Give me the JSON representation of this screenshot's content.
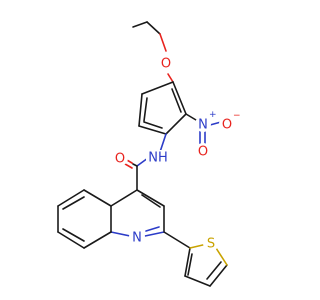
{
  "molecule": {
    "atoms": {
      "ether_oxygen": "O",
      "nitro_nitrogen": "N",
      "nitro_plus": "+",
      "nitro_oxygen_double": "O",
      "nitro_oxygen_single": "O",
      "nitro_minus": "−",
      "carbonyl_oxygen": "O",
      "amide_nh": "NH",
      "quinoline_nitrogen": "N",
      "thiophene_sulfur": "S"
    },
    "colors": {
      "carbon_bond": "#1a1a1a",
      "oxygen": "#e8231e",
      "nitrogen": "#2c3cc8",
      "sulfur": "#c9a300"
    }
  }
}
